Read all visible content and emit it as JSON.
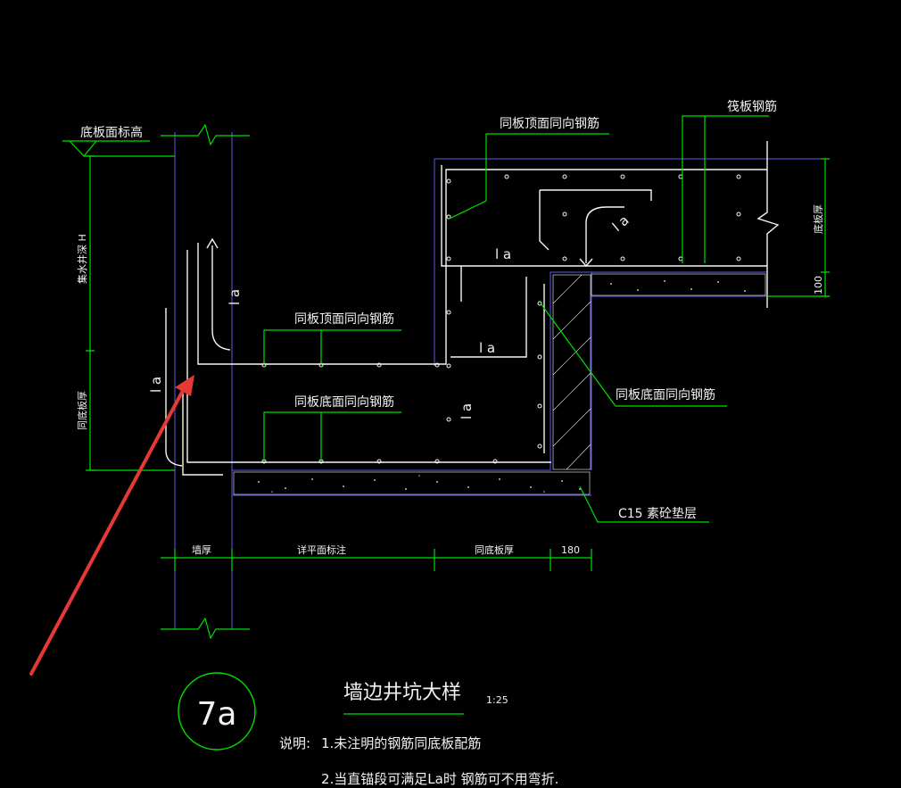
{
  "labels": {
    "slab_top_elevation": "底板面标高",
    "pit_depth": "集水井深 H",
    "same_slab_thickness": "同底板厚",
    "slab_top_rebar_top": "同板顶面同向钢筋",
    "raft_rebar": "筏板钢筋",
    "slab_thickness": "底板厚",
    "dim_100": "100",
    "slab_top_rebar_mid": "同板顶面同向钢筋",
    "slab_bottom_rebar_mid": "同板底面同向钢筋",
    "slab_bottom_rebar_right": "同板底面同向钢筋",
    "c15_cushion": "C15 素砼垫层",
    "wall_thickness": "墙厚",
    "see_plan": "详平面标注",
    "same_slab_thickness_dim": "同底板厚",
    "dim_180": "180",
    "la": "l a"
  },
  "detail": {
    "number": "7a",
    "title": "墙边井坑大样",
    "scale": "1:25"
  },
  "notes": {
    "prefix": "说明:",
    "line1": "1.未注明的钢筋同底板配筋",
    "line2": "2.当直锚段可满足La时 钢筋可不用弯折."
  },
  "colors": {
    "background": "#000000",
    "dimension_lines": "#00e000",
    "rebar": "#f5f5f5",
    "outline": "#5a5af0",
    "arrow": "#e53935"
  }
}
